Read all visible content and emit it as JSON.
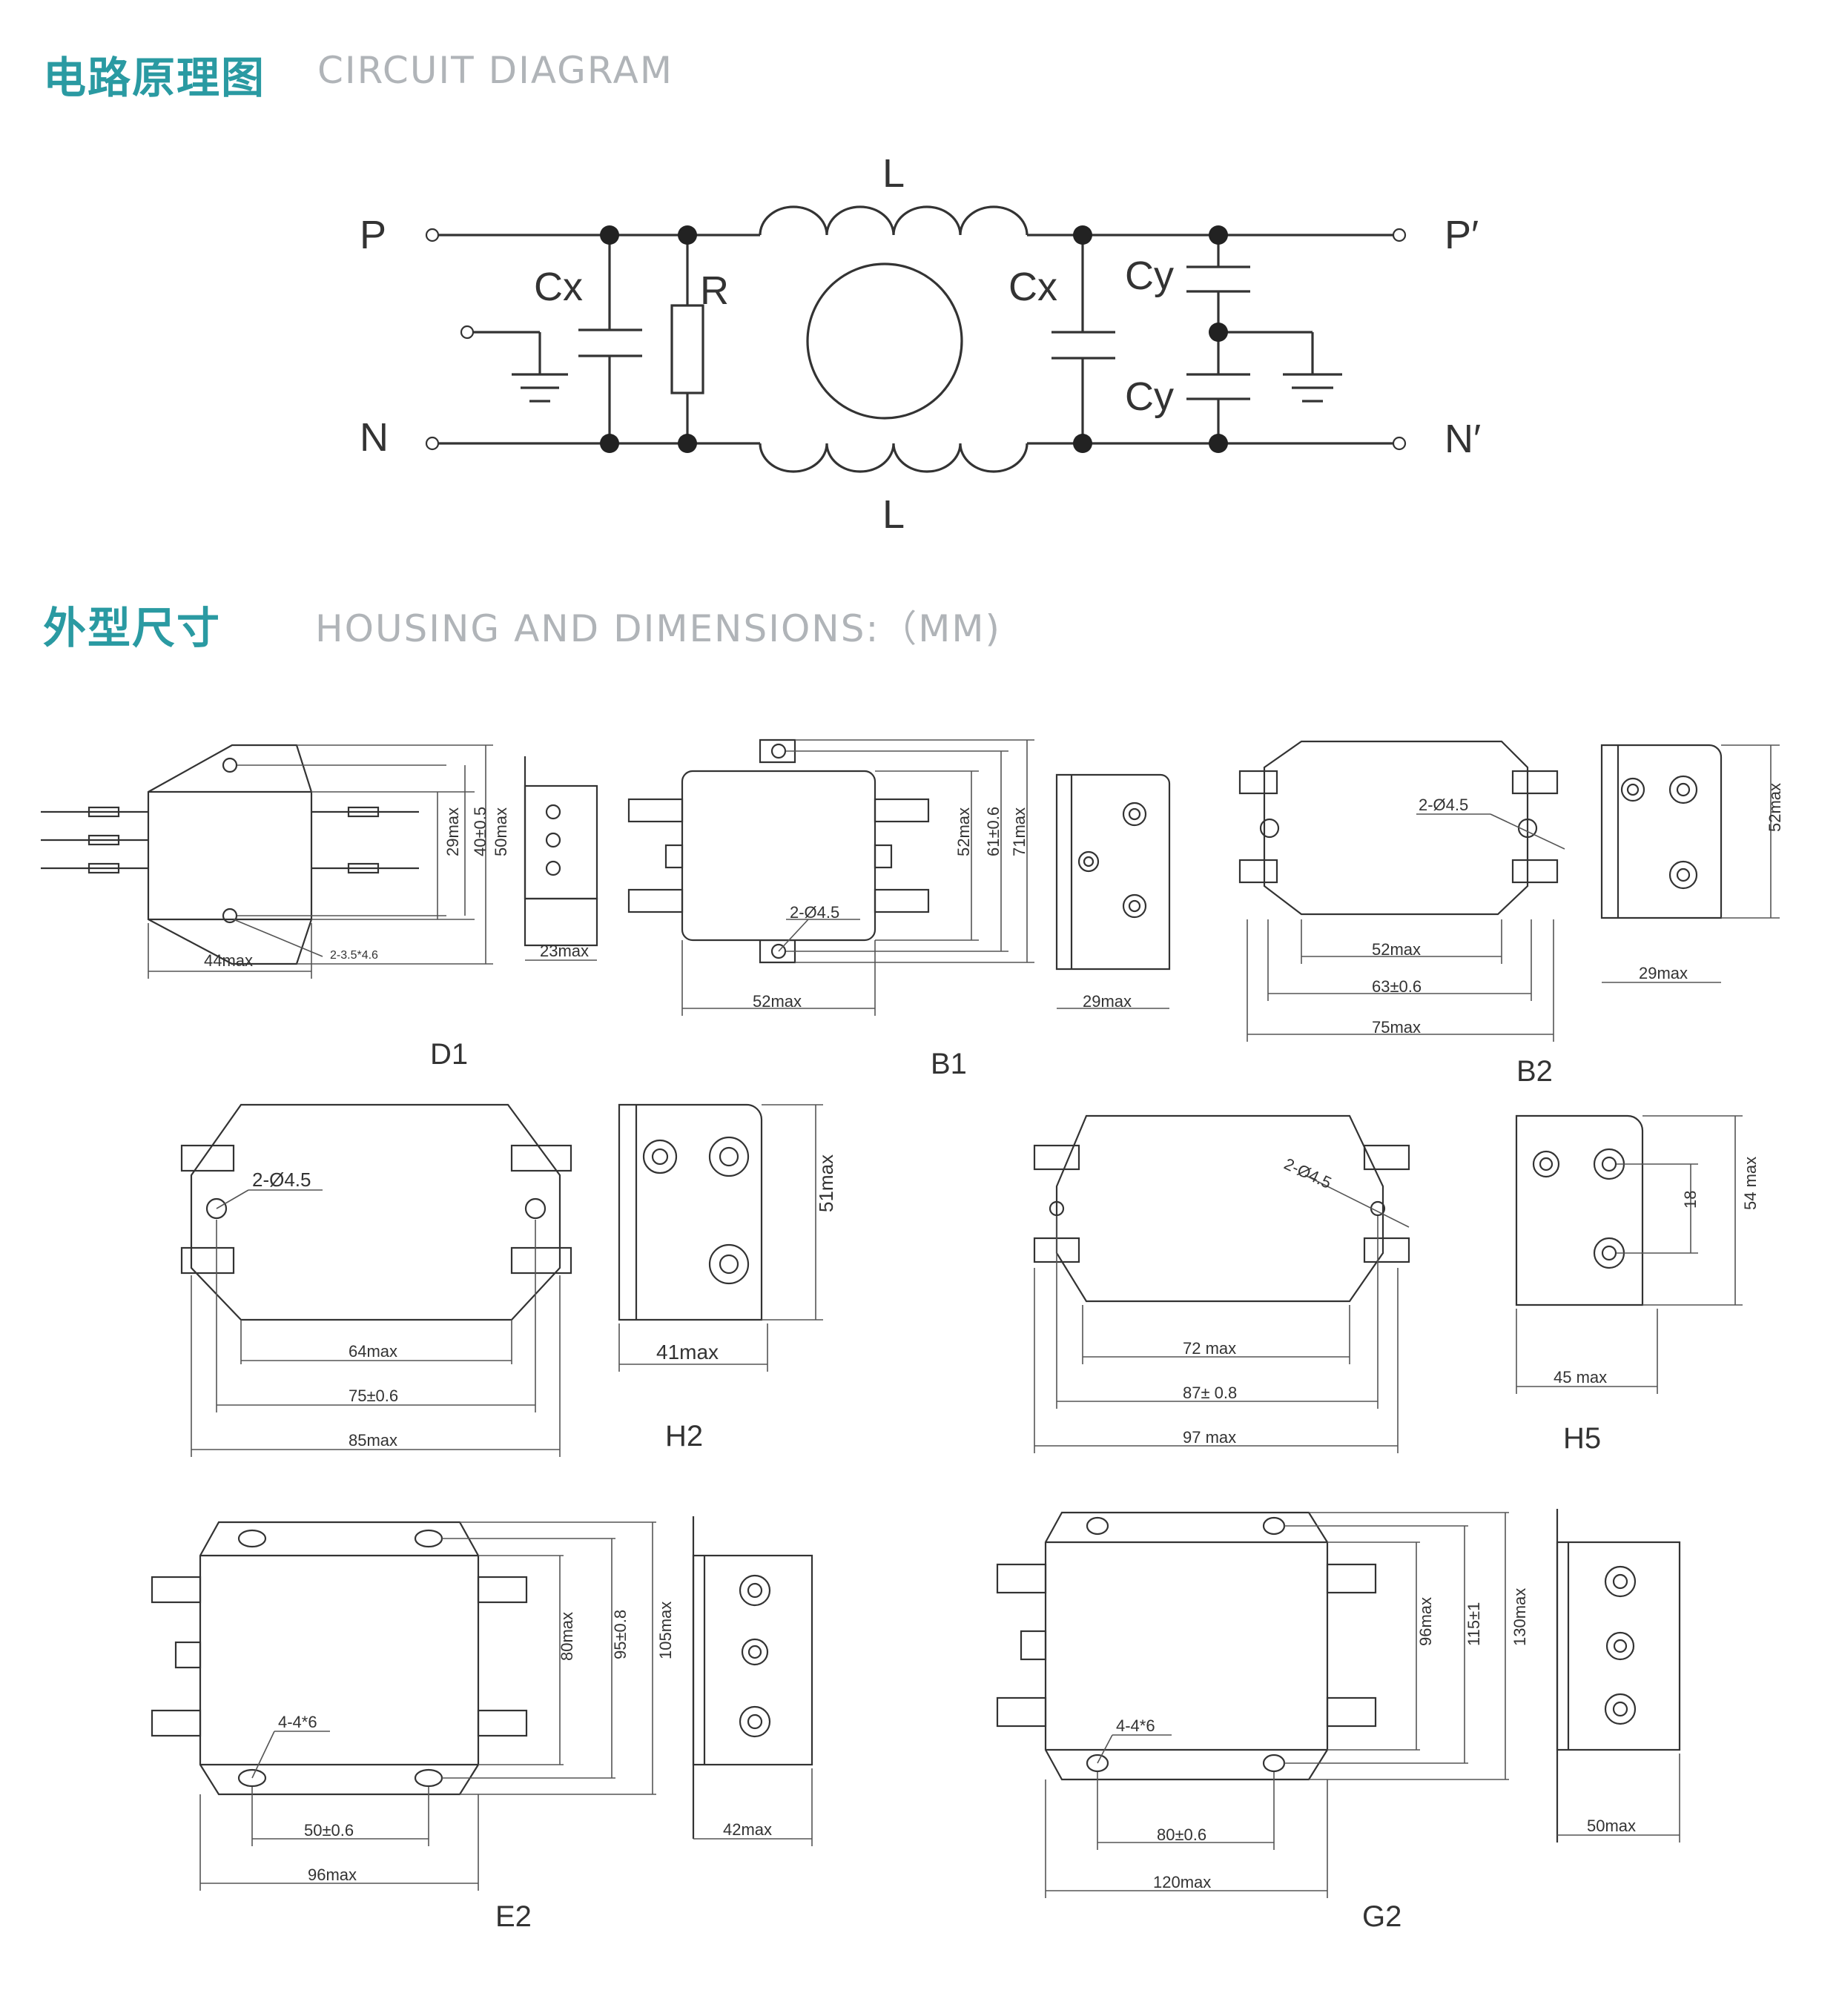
{
  "headers": {
    "circuit_zh": "电路原理图",
    "circuit_en": "CIRCUIT DIAGRAM",
    "housing_zh": "外型尺寸",
    "housing_en": "HOUSING AND DIMENSIONS:（MM)"
  },
  "circuit": {
    "P": "P",
    "P_out": "P′",
    "N": "N",
    "N_out": "N′",
    "L_top": "L",
    "L_bottom": "L",
    "Cx_left": "Cx",
    "R": "R",
    "Cx_right": "Cx",
    "Cy_top": "Cy",
    "Cy_bottom": "Cy"
  },
  "models": {
    "D1": {
      "name": "D1",
      "dims": [
        "29max",
        "40±0.5",
        "50max",
        "44max",
        "2-3.5*4.6",
        "23max"
      ]
    },
    "B1": {
      "name": "B1",
      "dims": [
        "2-Ø4.5",
        "52max",
        "61±0.6",
        "71max",
        "52max",
        "29max"
      ]
    },
    "B2": {
      "name": "B2",
      "dims": [
        "2-Ø4.5",
        "52max",
        "63±0.6",
        "75max",
        "52max",
        "29max"
      ]
    },
    "H2": {
      "name": "H2",
      "dims": [
        "2-Ø4.5",
        "64max",
        "75±0.6",
        "85max",
        "51max",
        "41max"
      ]
    },
    "H5": {
      "name": "H5",
      "dims": [
        "2-Ø4.5",
        "72 max",
        "87± 0.8",
        "97 max",
        "18",
        "54 max",
        "45 max"
      ]
    },
    "E2": {
      "name": "E2",
      "dims": [
        "4-4*6",
        "80max",
        "95±0.8",
        "105max",
        "50±0.6",
        "96max",
        "42max"
      ]
    },
    "G2": {
      "name": "G2",
      "dims": [
        "4-4*6",
        "96max",
        "115±1",
        "130max",
        "80±0.6",
        "120max",
        "50max"
      ]
    }
  }
}
